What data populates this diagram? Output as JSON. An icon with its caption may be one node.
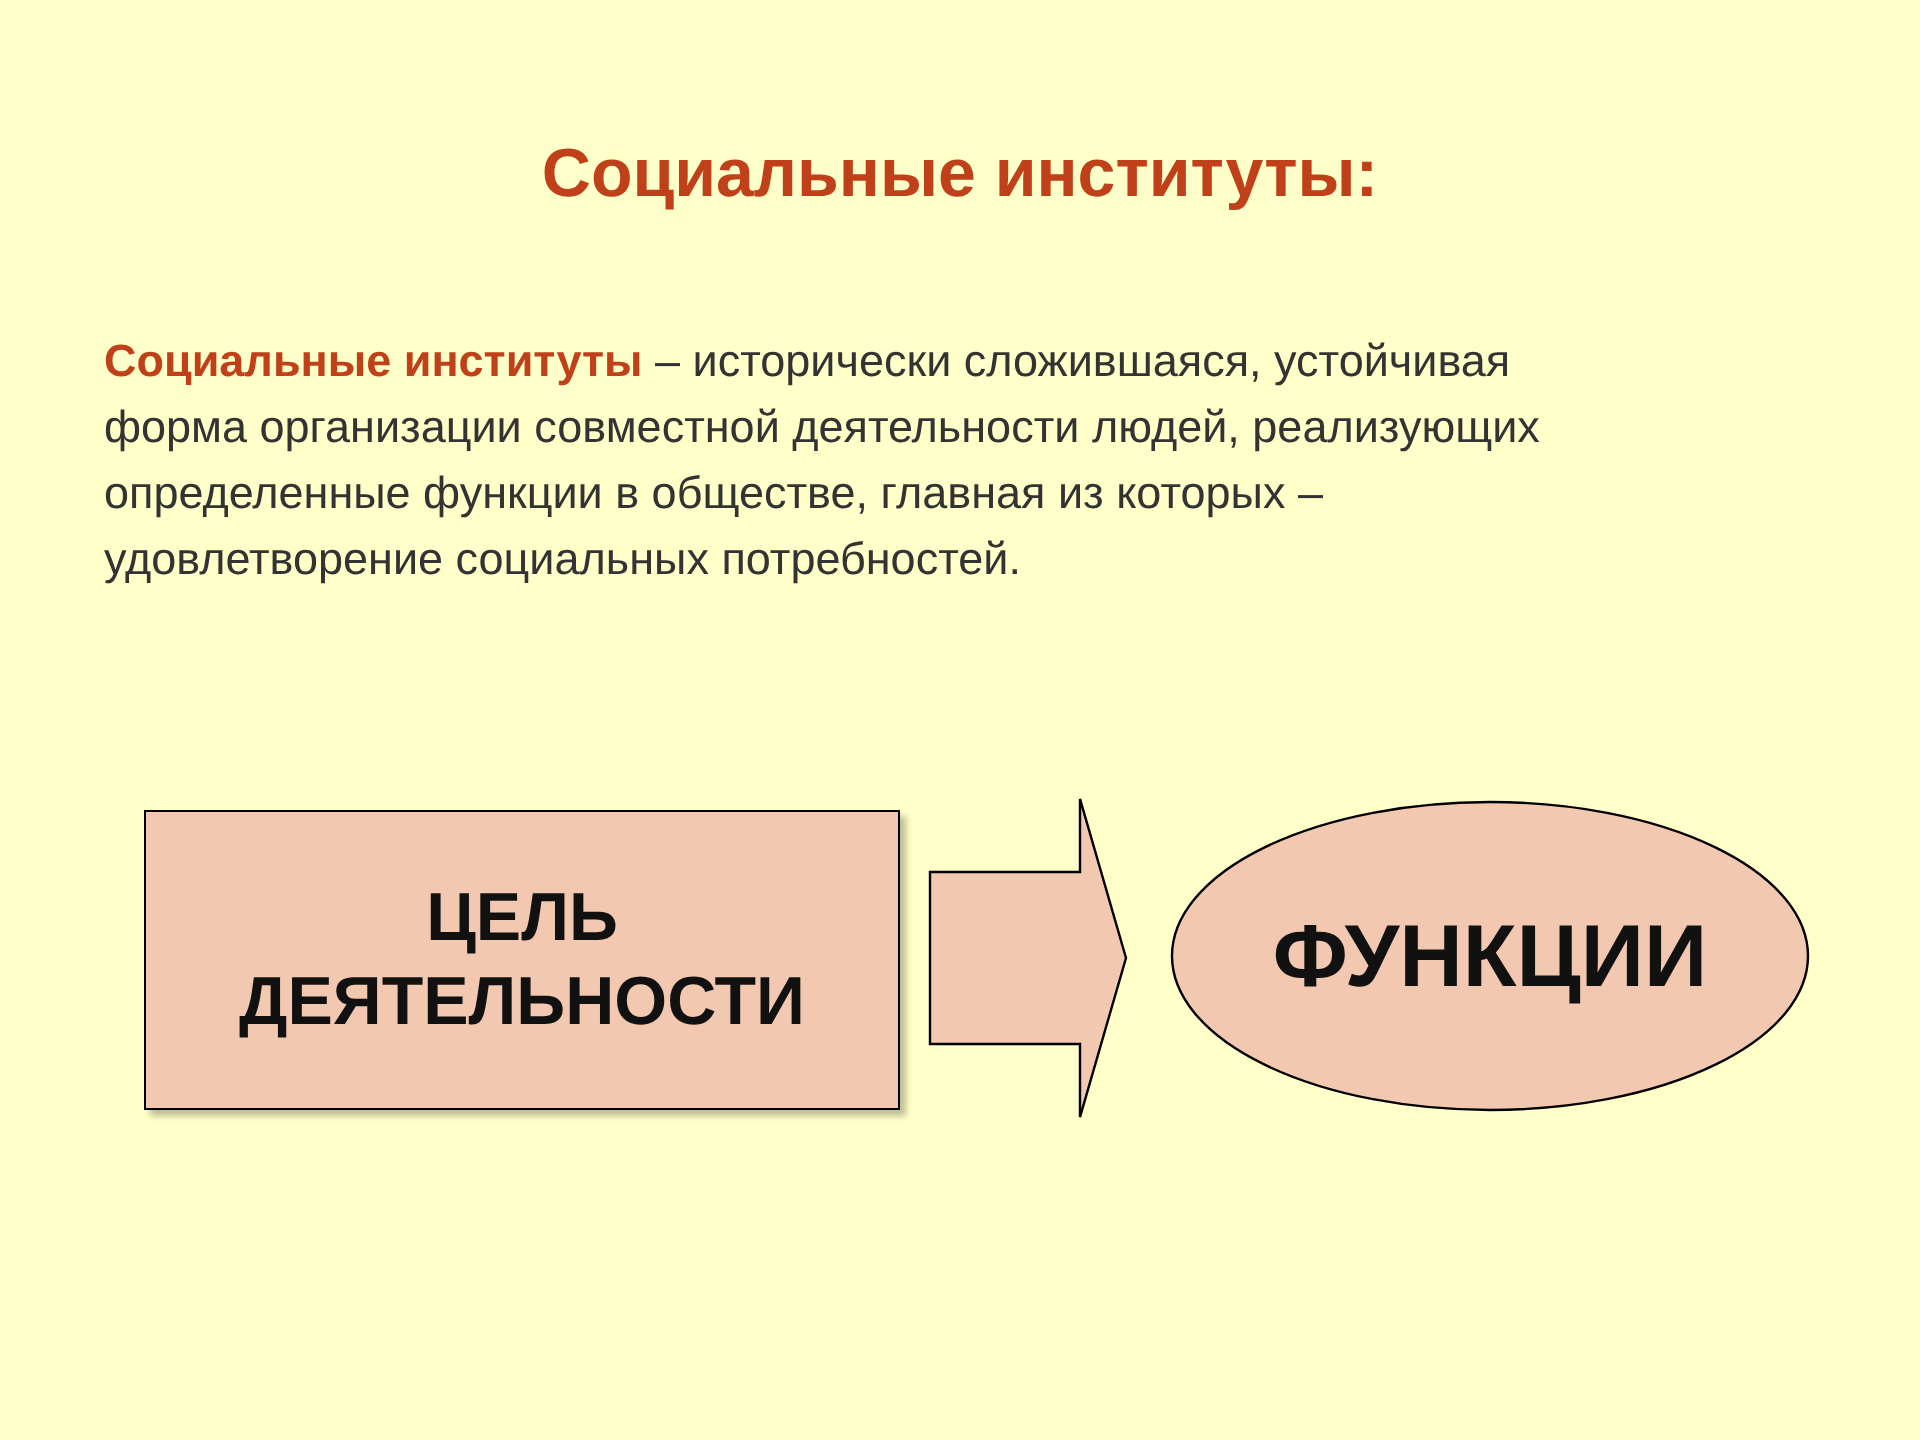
{
  "diagram": {
    "title": "Социальные институты:",
    "nodes": [
      {
        "text": [
          "ЦЕЛЬ ДЕЯТЕЛЬНОСТИ"
        ]
      },
      {
        "text": [
          "ФУНКЦИИ"
        ]
      }
    ],
    "edges": [
      {
        "from": 0,
        "to": 1,
        "arrow": "to",
        "style": "thick"
      }
    ],
    "labels": [
      "**Социальные институты** – исторически сложившаяся, устойчивая форма организации совместной деятельности людей, реализующих определенные функции в обществе, главная из которых – удовлетворение социальных потребностей."
    ]
  }
}
